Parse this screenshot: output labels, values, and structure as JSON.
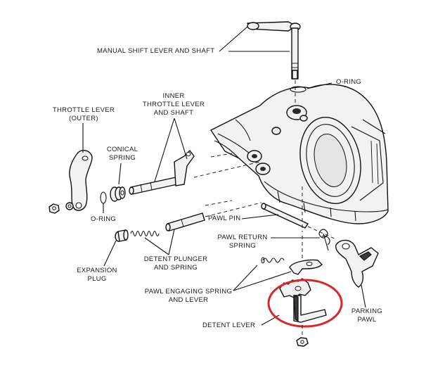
{
  "labels": {
    "manual_shift": "MANUAL SHIFT LEVER AND SHAFT",
    "o_ring_top": "O-RING",
    "inner_throttle_1": "INNER",
    "inner_throttle_2": "THROTTLE LEVER",
    "inner_throttle_3": "AND SHAFT",
    "throttle_outer_1": "THROTTLE LEVER",
    "throttle_outer_2": "(OUTER)",
    "conical_1": "CONICAL",
    "conical_2": "SPRING",
    "o_ring_left": "O-RING",
    "pawl_pin": "PAWL PIN",
    "pawl_return_1": "PAWL RETURN",
    "pawl_return_2": "SPRING",
    "detent_plunger_1": "DETENT PLUNGER",
    "detent_plunger_2": "AND SPRING",
    "expansion_1": "EXPANSION",
    "expansion_2": "PLUG",
    "pawl_engaging_1": "PAWL ENGAGING SPRING",
    "pawl_engaging_2": "AND LEVER",
    "parking_1": "PARKING",
    "parking_2": "PAWL",
    "detent_lever": "DETENT LEVER"
  },
  "colors": {
    "highlight": "#d9262c",
    "ink": "#111111"
  }
}
